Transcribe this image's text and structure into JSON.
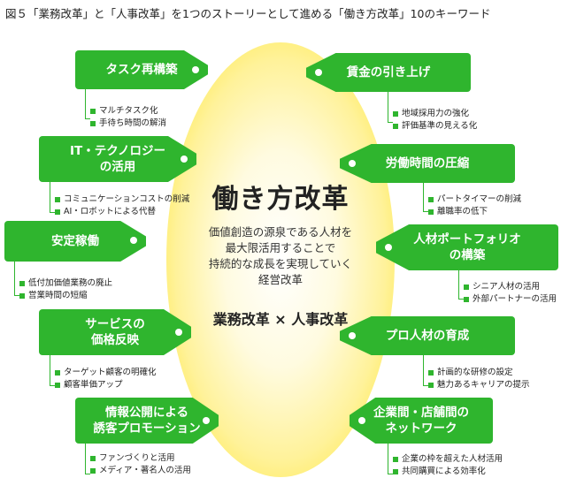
{
  "title": "図５「業務改革」と「人事改革」を1つのストーリーとして進める「働き方改革」10のキーワード",
  "center": {
    "heading": "働き方改革",
    "description_lines": [
      "価値創造の源泉である人材を",
      "最大限活用することで",
      "持続的な成長を実現していく",
      "経営改革"
    ],
    "subtitle": "業務改革 × 人事改革"
  },
  "left_keywords": [
    {
      "label_lines": [
        "タスク再構築"
      ],
      "items": [
        "マルチタスク化",
        "手待ち時間の解消"
      ]
    },
    {
      "label_lines": [
        "IT・テクノロジー",
        "の活用"
      ],
      "items": [
        "コミュニケーションコストの削減",
        "AI・ロボットによる代替"
      ]
    },
    {
      "label_lines": [
        "安定稼働"
      ],
      "items": [
        "低付加価値業務の廃止",
        "営業時間の短縮"
      ]
    },
    {
      "label_lines": [
        "サービスの",
        "価格反映"
      ],
      "items": [
        "ターゲット顧客の明確化",
        "顧客単価アップ"
      ]
    },
    {
      "label_lines": [
        "情報公開による",
        "誘客プロモーション"
      ],
      "items": [
        "ファンづくりと活用",
        "メディア・著名人の活用"
      ]
    }
  ],
  "right_keywords": [
    {
      "label_lines": [
        "賃金の引き上げ"
      ],
      "items": [
        "地域採用力の強化",
        "評価基準の見える化"
      ]
    },
    {
      "label_lines": [
        "労働時間の圧縮"
      ],
      "items": [
        "パートタイマーの削減",
        "離職率の低下"
      ]
    },
    {
      "label_lines": [
        "人材ポートフォリオ",
        "の構築"
      ],
      "items": [
        "シニア人材の活用",
        "外部パートナーの活用"
      ]
    },
    {
      "label_lines": [
        "プロ人材の育成"
      ],
      "items": [
        "計画的な研修の設定",
        "魅力あるキャリアの提示"
      ]
    },
    {
      "label_lines": [
        "企業間・店舗間の",
        "ネットワーク"
      ],
      "items": [
        "企業の枠を超えた人材活用",
        "共同購買による効率化"
      ]
    }
  ],
  "colors": {
    "tag_green": "#2fb52e",
    "center_yellow": "#ffe31a"
  }
}
